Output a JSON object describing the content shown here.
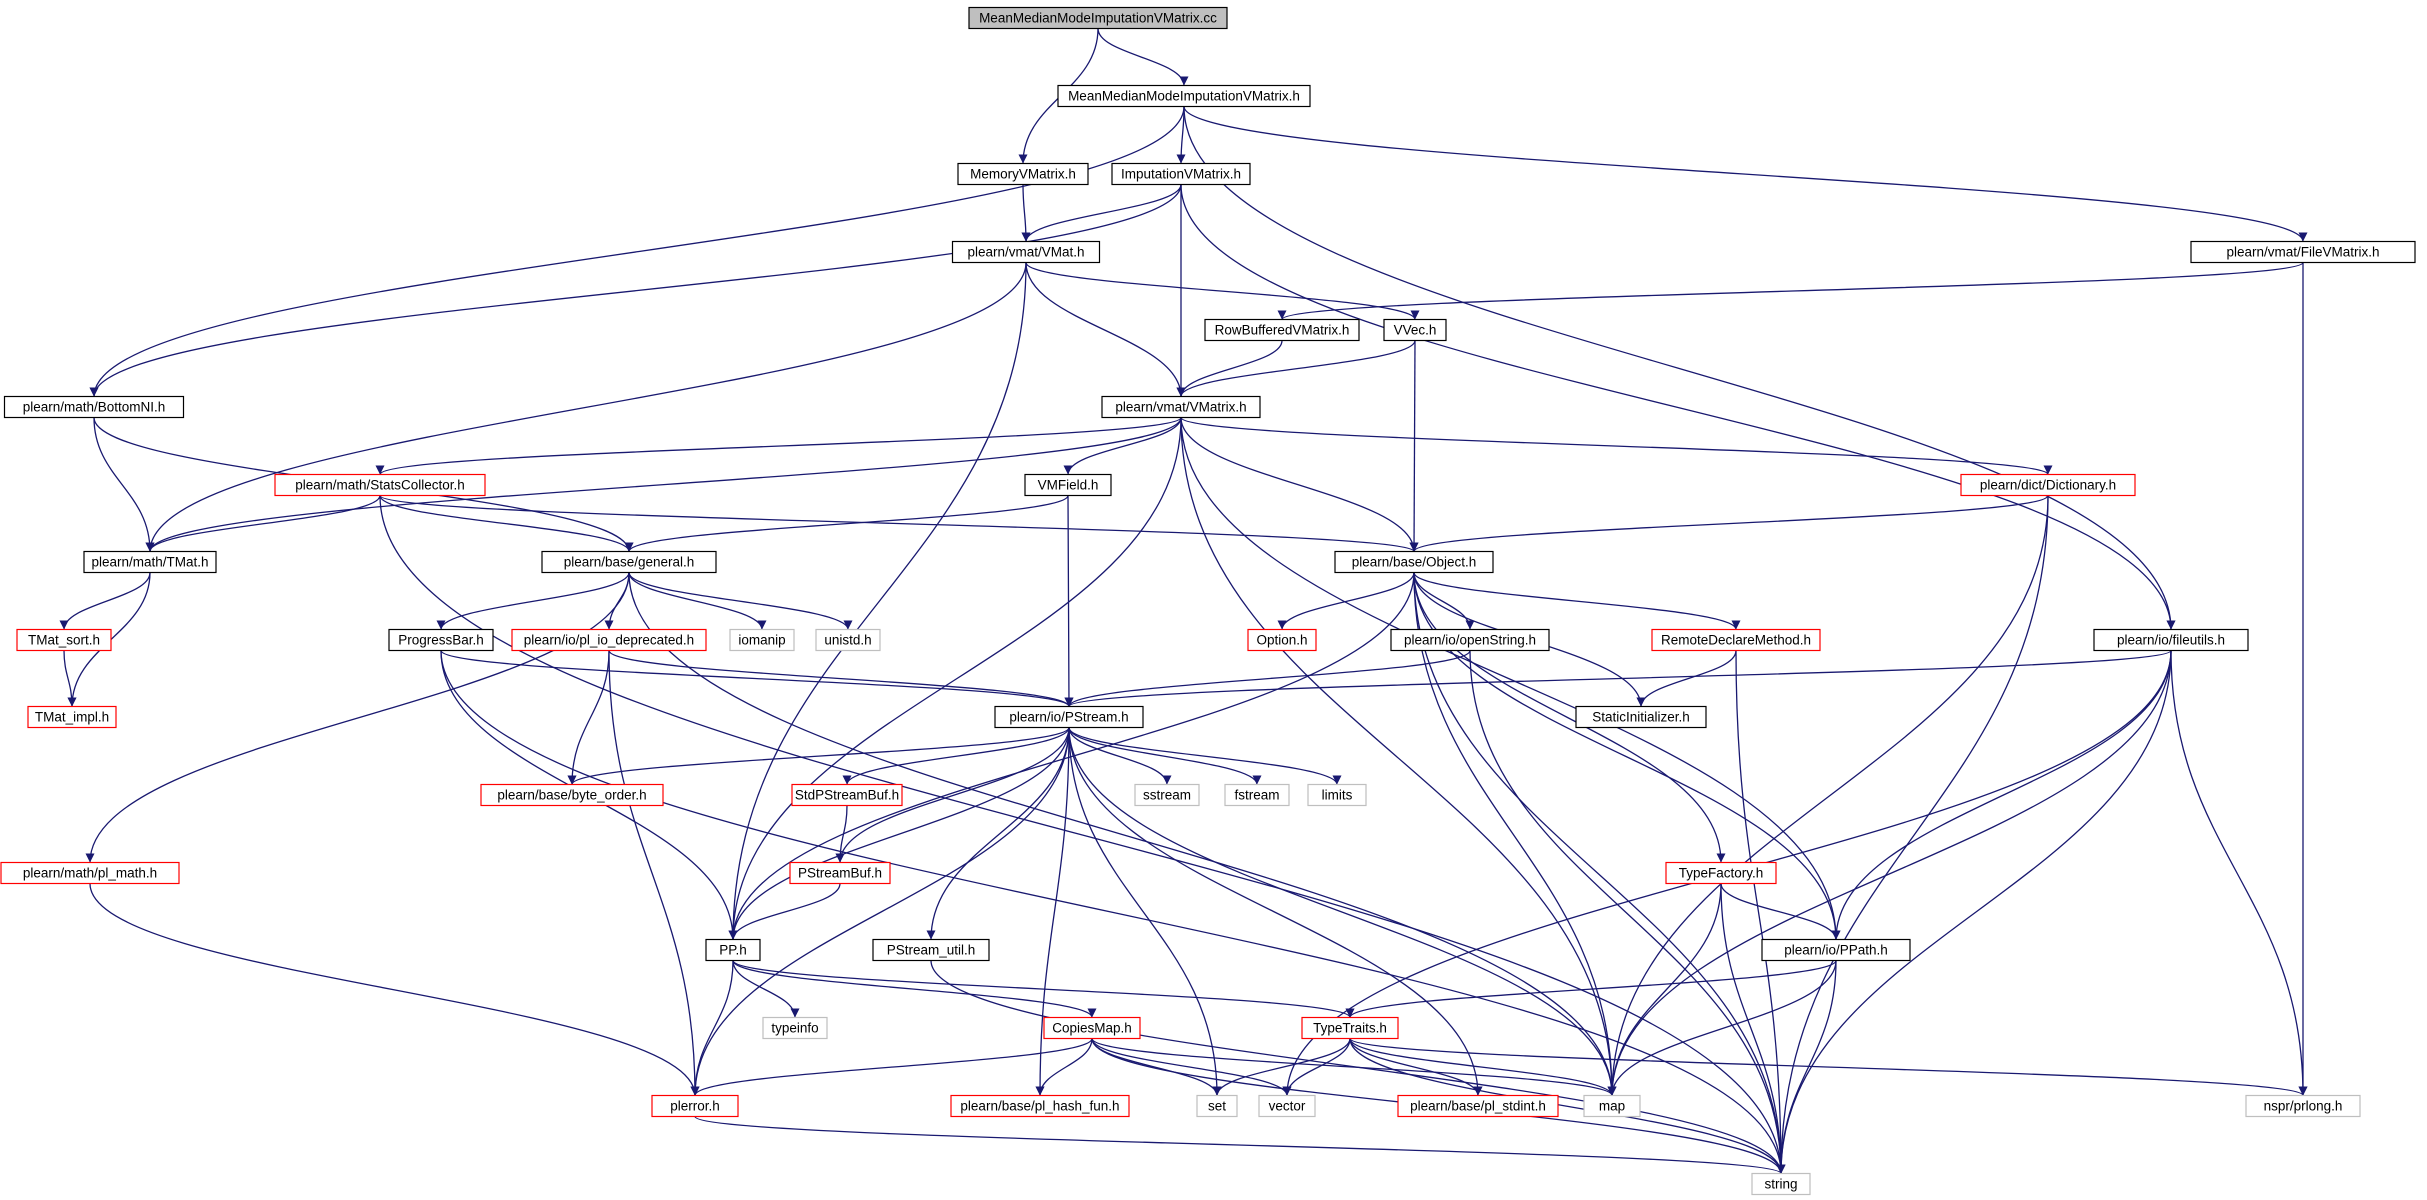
{
  "colors": {
    "edge": "#191970",
    "box_black": "#000000",
    "box_red": "#ff0000",
    "box_gray": "#bfbfbf",
    "root_fill": "#bfbfbf"
  },
  "nodes": {
    "mmmi_cc": {
      "label": "MeanMedianModeImputationVMatrix.cc",
      "style": "root"
    },
    "mmmi_h": {
      "label": "MeanMedianModeImputationVMatrix.h",
      "style": "black"
    },
    "memory_vmatrix": {
      "label": "MemoryVMatrix.h",
      "style": "black"
    },
    "imputation_vmatrix": {
      "label": "ImputationVMatrix.h",
      "style": "black"
    },
    "vmat_h": {
      "label": "plearn/vmat/VMat.h",
      "style": "black"
    },
    "file_vmatrix": {
      "label": "plearn/vmat/FileVMatrix.h",
      "style": "black"
    },
    "rowbuffered": {
      "label": "RowBufferedVMatrix.h",
      "style": "black"
    },
    "vvec": {
      "label": "VVec.h",
      "style": "black"
    },
    "bottomni": {
      "label": "plearn/math/BottomNI.h",
      "style": "black"
    },
    "vmatrix_h": {
      "label": "plearn/vmat/VMatrix.h",
      "style": "black"
    },
    "statscollector": {
      "label": "plearn/math/StatsCollector.h",
      "style": "red"
    },
    "vmfield": {
      "label": "VMField.h",
      "style": "black"
    },
    "dictionary": {
      "label": "plearn/dict/Dictionary.h",
      "style": "red"
    },
    "tmat": {
      "label": "plearn/math/TMat.h",
      "style": "black"
    },
    "general": {
      "label": "plearn/base/general.h",
      "style": "black"
    },
    "object": {
      "label": "plearn/base/Object.h",
      "style": "black"
    },
    "tmat_sort": {
      "label": "TMat_sort.h",
      "style": "red"
    },
    "progressbar": {
      "label": "ProgressBar.h",
      "style": "black"
    },
    "pl_io_deprecated": {
      "label": "plearn/io/pl_io_deprecated.h",
      "style": "red"
    },
    "iomanip": {
      "label": "iomanip",
      "style": "gray"
    },
    "unistd": {
      "label": "unistd.h",
      "style": "gray"
    },
    "option": {
      "label": "Option.h",
      "style": "red"
    },
    "openstring": {
      "label": "plearn/io/openString.h",
      "style": "black"
    },
    "remotedeclare": {
      "label": "RemoteDeclareMethod.h",
      "style": "red"
    },
    "fileutils": {
      "label": "plearn/io/fileutils.h",
      "style": "black"
    },
    "tmat_impl": {
      "label": "TMat_impl.h",
      "style": "red"
    },
    "pstream": {
      "label": "plearn/io/PStream.h",
      "style": "black"
    },
    "staticinit": {
      "label": "StaticInitializer.h",
      "style": "black"
    },
    "byte_order": {
      "label": "plearn/base/byte_order.h",
      "style": "red"
    },
    "stdpstreambuf": {
      "label": "StdPStreamBuf.h",
      "style": "red"
    },
    "sstream": {
      "label": "sstream",
      "style": "gray"
    },
    "fstream": {
      "label": "fstream",
      "style": "gray"
    },
    "limits": {
      "label": "limits",
      "style": "gray"
    },
    "pl_math": {
      "label": "plearn/math/pl_math.h",
      "style": "red"
    },
    "pstreambuf": {
      "label": "PStreamBuf.h",
      "style": "red"
    },
    "typefactory": {
      "label": "TypeFactory.h",
      "style": "red"
    },
    "pp": {
      "label": "PP.h",
      "style": "black"
    },
    "pstream_util": {
      "label": "PStream_util.h",
      "style": "black"
    },
    "ppath": {
      "label": "plearn/io/PPath.h",
      "style": "black"
    },
    "typeinfo": {
      "label": "typeinfo",
      "style": "gray"
    },
    "copiesmap": {
      "label": "CopiesMap.h",
      "style": "red"
    },
    "typetraits": {
      "label": "TypeTraits.h",
      "style": "red"
    },
    "plerror": {
      "label": "plerror.h",
      "style": "red"
    },
    "pl_hash_fun": {
      "label": "plearn/base/pl_hash_fun.h",
      "style": "red"
    },
    "set": {
      "label": "set",
      "style": "gray"
    },
    "vector": {
      "label": "vector",
      "style": "gray"
    },
    "pl_stdint": {
      "label": "plearn/base/pl_stdint.h",
      "style": "red"
    },
    "map": {
      "label": "map",
      "style": "gray"
    },
    "nspr_prlong": {
      "label": "nspr/prlong.h",
      "style": "gray"
    },
    "string": {
      "label": "string",
      "style": "gray"
    }
  },
  "edges": [
    [
      "mmmi_cc",
      "mmmi_h"
    ],
    [
      "mmmi_cc",
      "memory_vmatrix"
    ],
    [
      "mmmi_h",
      "imputation_vmatrix"
    ],
    [
      "mmmi_h",
      "bottomni"
    ],
    [
      "mmmi_h",
      "file_vmatrix"
    ],
    [
      "mmmi_h",
      "fileutils"
    ],
    [
      "memory_vmatrix",
      "vmat_h"
    ],
    [
      "imputation_vmatrix",
      "vmat_h"
    ],
    [
      "imputation_vmatrix",
      "vmatrix_h"
    ],
    [
      "imputation_vmatrix",
      "bottomni"
    ],
    [
      "imputation_vmatrix",
      "fileutils"
    ],
    [
      "vmat_h",
      "vmatrix_h"
    ],
    [
      "vmat_h",
      "vvec"
    ],
    [
      "vmat_h",
      "tmat"
    ],
    [
      "vmat_h",
      "pp"
    ],
    [
      "file_vmatrix",
      "rowbuffered"
    ],
    [
      "file_vmatrix",
      "nspr_prlong"
    ],
    [
      "rowbuffered",
      "vmatrix_h"
    ],
    [
      "vvec",
      "vmatrix_h"
    ],
    [
      "vvec",
      "object"
    ],
    [
      "bottomni",
      "tmat"
    ],
    [
      "bottomni",
      "general"
    ],
    [
      "vmatrix_h",
      "statscollector"
    ],
    [
      "vmatrix_h",
      "vmfield"
    ],
    [
      "vmatrix_h",
      "dictionary"
    ],
    [
      "vmatrix_h",
      "object"
    ],
    [
      "vmatrix_h",
      "tmat"
    ],
    [
      "vmatrix_h",
      "pp"
    ],
    [
      "vmatrix_h",
      "map"
    ],
    [
      "vmatrix_h",
      "ppath"
    ],
    [
      "statscollector",
      "tmat"
    ],
    [
      "statscollector",
      "general"
    ],
    [
      "statscollector",
      "object"
    ],
    [
      "statscollector",
      "string"
    ],
    [
      "vmfield",
      "general"
    ],
    [
      "vmfield",
      "pstream"
    ],
    [
      "dictionary",
      "object"
    ],
    [
      "dictionary",
      "map"
    ],
    [
      "dictionary",
      "string"
    ],
    [
      "tmat",
      "tmat_sort"
    ],
    [
      "tmat",
      "tmat_impl"
    ],
    [
      "tmat_sort",
      "tmat_impl"
    ],
    [
      "general",
      "progressbar"
    ],
    [
      "general",
      "pl_io_deprecated"
    ],
    [
      "general",
      "iomanip"
    ],
    [
      "general",
      "unistd"
    ],
    [
      "general",
      "pl_math"
    ],
    [
      "general",
      "map"
    ],
    [
      "object",
      "option"
    ],
    [
      "object",
      "openstring"
    ],
    [
      "object",
      "remotedeclare"
    ],
    [
      "object",
      "staticinit"
    ],
    [
      "object",
      "typefactory"
    ],
    [
      "object",
      "pp"
    ],
    [
      "object",
      "map"
    ],
    [
      "object",
      "string"
    ],
    [
      "object",
      "ppath"
    ],
    [
      "progressbar",
      "pstream"
    ],
    [
      "progressbar",
      "pp"
    ],
    [
      "progressbar",
      "string"
    ],
    [
      "pl_io_deprecated",
      "byte_order"
    ],
    [
      "pl_io_deprecated",
      "pstream"
    ],
    [
      "pl_io_deprecated",
      "plerror"
    ],
    [
      "openstring",
      "pstream"
    ],
    [
      "openstring",
      "string"
    ],
    [
      "remotedeclare",
      "staticinit"
    ],
    [
      "remotedeclare",
      "string"
    ],
    [
      "fileutils",
      "pstream"
    ],
    [
      "fileutils",
      "ppath"
    ],
    [
      "fileutils",
      "vector"
    ],
    [
      "fileutils",
      "map"
    ],
    [
      "fileutils",
      "nspr_prlong"
    ],
    [
      "fileutils",
      "string"
    ],
    [
      "pstream",
      "byte_order"
    ],
    [
      "pstream",
      "stdpstreambuf"
    ],
    [
      "pstream",
      "pstreambuf"
    ],
    [
      "pstream",
      "sstream"
    ],
    [
      "pstream",
      "fstream"
    ],
    [
      "pstream",
      "limits"
    ],
    [
      "pstream",
      "pstream_util"
    ],
    [
      "pstream",
      "pp"
    ],
    [
      "pstream",
      "plerror"
    ],
    [
      "pstream",
      "pl_hash_fun"
    ],
    [
      "pstream",
      "set"
    ],
    [
      "pstream",
      "pl_stdint"
    ],
    [
      "pstream",
      "map"
    ],
    [
      "stdpstreambuf",
      "pstreambuf"
    ],
    [
      "pl_math",
      "plerror"
    ],
    [
      "pstreambuf",
      "pp"
    ],
    [
      "typefactory",
      "ppath"
    ],
    [
      "typefactory",
      "map"
    ],
    [
      "typefactory",
      "string"
    ],
    [
      "pp",
      "typeinfo"
    ],
    [
      "pp",
      "copiesmap"
    ],
    [
      "pp",
      "typetraits"
    ],
    [
      "pp",
      "plerror"
    ],
    [
      "pstream_util",
      "string"
    ],
    [
      "ppath",
      "typetraits"
    ],
    [
      "ppath",
      "map"
    ],
    [
      "ppath",
      "string"
    ],
    [
      "copiesmap",
      "plerror"
    ],
    [
      "copiesmap",
      "pl_hash_fun"
    ],
    [
      "copiesmap",
      "set"
    ],
    [
      "copiesmap",
      "vector"
    ],
    [
      "copiesmap",
      "map"
    ],
    [
      "copiesmap",
      "string"
    ],
    [
      "typetraits",
      "set"
    ],
    [
      "typetraits",
      "vector"
    ],
    [
      "typetraits",
      "pl_stdint"
    ],
    [
      "typetraits",
      "map"
    ],
    [
      "typetraits",
      "nspr_prlong"
    ],
    [
      "typetraits",
      "string"
    ],
    [
      "plerror",
      "string"
    ]
  ]
}
